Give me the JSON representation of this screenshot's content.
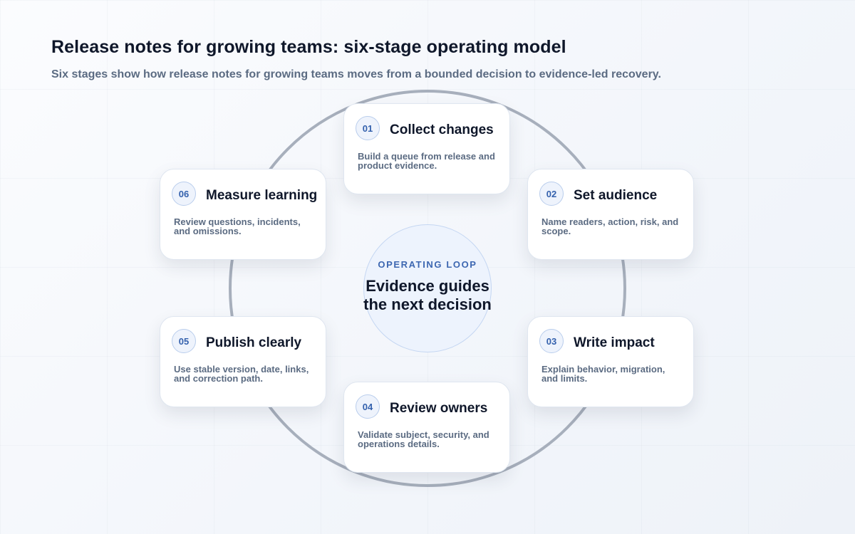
{
  "header": {
    "title": "Release notes for growing teams: six-stage operating model",
    "subtitle": "Six stages show how release notes for growing teams moves from a bounded decision to evidence-led recovery."
  },
  "hub": {
    "label": "OPERATING LOOP",
    "line1": "Evidence guides",
    "line2": "the next decision"
  },
  "stages": [
    {
      "number": "01",
      "title": "Collect changes",
      "description": "Build a queue from release and product evidence."
    },
    {
      "number": "02",
      "title": "Set audience",
      "description": "Name readers, action, risk, and scope."
    },
    {
      "number": "03",
      "title": "Write impact",
      "description": "Explain behavior, migration, and limits."
    },
    {
      "number": "04",
      "title": "Review owners",
      "description": "Validate subject, security, and operations details."
    },
    {
      "number": "05",
      "title": "Publish clearly",
      "description": "Use stable version, date, links, and correction path."
    },
    {
      "number": "06",
      "title": "Measure learning",
      "description": "Review questions, incidents, and omissions."
    }
  ],
  "colors": {
    "accent": "#3461ad",
    "ring": "#a7afbc",
    "title": "#0f172a",
    "muted": "#5b6b82"
  }
}
